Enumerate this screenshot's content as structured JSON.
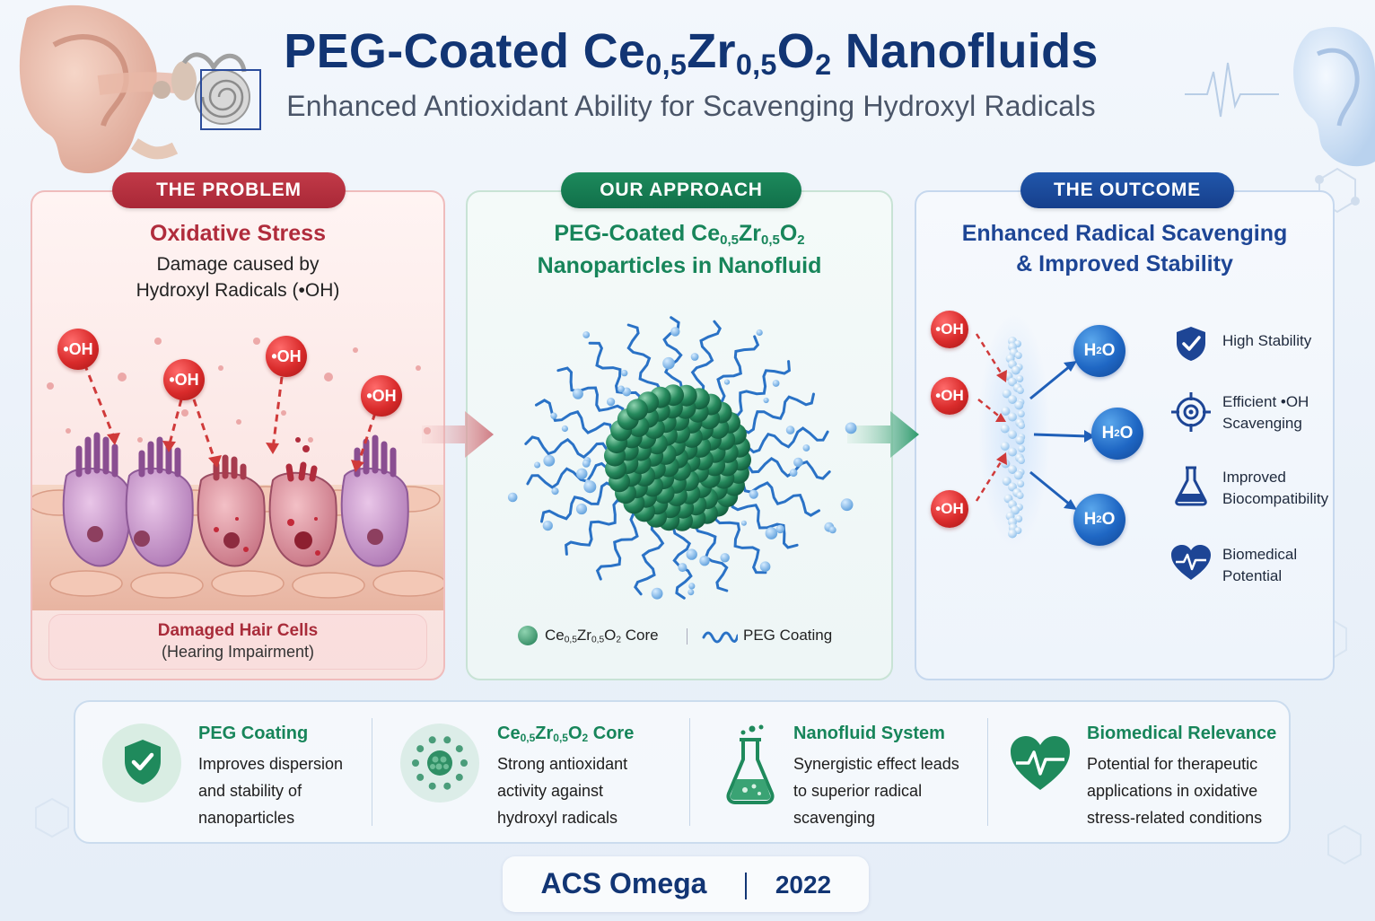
{
  "title": {
    "main_prefix": "PEG-Coated Ce",
    "main_sub1": "0,5",
    "main_mid": "Zr",
    "main_sub2": "0,5",
    "main_o": "O",
    "main_sub3": "2",
    "main_suffix": " Nanofluids"
  },
  "subtitle": "Enhanced Antioxidant Ability for Scavenging Hydroxyl Radicals",
  "problem": {
    "badge": "THE PROBLEM",
    "heading": "Oxidative Stress",
    "line1": "Damage caused by",
    "line2": "Hydroxyl Radicals (•OH)",
    "radical_label": "•OH",
    "caption_title": "Damaged Hair Cells",
    "caption_sub": "(Hearing Impairment)"
  },
  "approach": {
    "badge": "OUR APPROACH",
    "line1_prefix": "PEG-Coated Ce",
    "sub1": "0,5",
    "line1_mid": "Zr",
    "sub2": "0,5",
    "line1_o": "O",
    "sub3": "2",
    "line2": "Nanoparticles in Nanofluid",
    "legend_core_prefix": "Ce",
    "legend_sub1": "0,5",
    "legend_mid": "Zr",
    "legend_sub2": "0,5",
    "legend_o": "O",
    "legend_sub3": "2",
    "legend_core_suffix": " Core",
    "legend_peg": "PEG Coating"
  },
  "outcome": {
    "badge": "THE OUTCOME",
    "line1": "Enhanced Radical Scavenging",
    "line2": "& Improved Stability",
    "radical_label": "•OH",
    "product_h": "H",
    "product_sub": "2",
    "product_o": "O",
    "features": [
      {
        "line1": "High Stability",
        "line2": "",
        "icon": "shield-check-icon"
      },
      {
        "line1": "Efficient •OH",
        "line2": "Scavenging",
        "icon": "target-icon"
      },
      {
        "line1": "Improved",
        "line2": "Biocompatibility",
        "icon": "flask-icon"
      },
      {
        "line1": "Biomedical",
        "line2": "Potential",
        "icon": "heart-pulse-icon"
      }
    ]
  },
  "bottom": [
    {
      "title": "PEG Coating",
      "lines": [
        "Improves dispersion",
        "and stability of",
        "nanoparticles"
      ],
      "icon": "shield-check-icon"
    },
    {
      "title_prefix": "Ce",
      "sub1": "0,5",
      "mid": "Zr",
      "sub2": "0,5",
      "o": "O",
      "sub3": "2",
      "title_suffix": " Core",
      "lines": [
        "Strong antioxidant",
        "activity against",
        "hydroxyl radicals"
      ],
      "icon": "nanoparticle-icon"
    },
    {
      "title": "Nanofluid System",
      "lines": [
        "Synergistic effect leads",
        "to superior radical",
        "scavenging"
      ],
      "icon": "flask-icon"
    },
    {
      "title": "Biomedical Relevance",
      "lines": [
        "Potential for therapeutic",
        "applications in oxidative",
        "stress-related conditions"
      ],
      "icon": "heart-pulse-icon"
    }
  ],
  "footer": {
    "journal": "ACS Omega",
    "year": "2022"
  },
  "colors": {
    "navy": "#123574",
    "problem_red": "#b02c3c",
    "approach_green": "#17855a",
    "outcome_blue": "#1d4595"
  }
}
